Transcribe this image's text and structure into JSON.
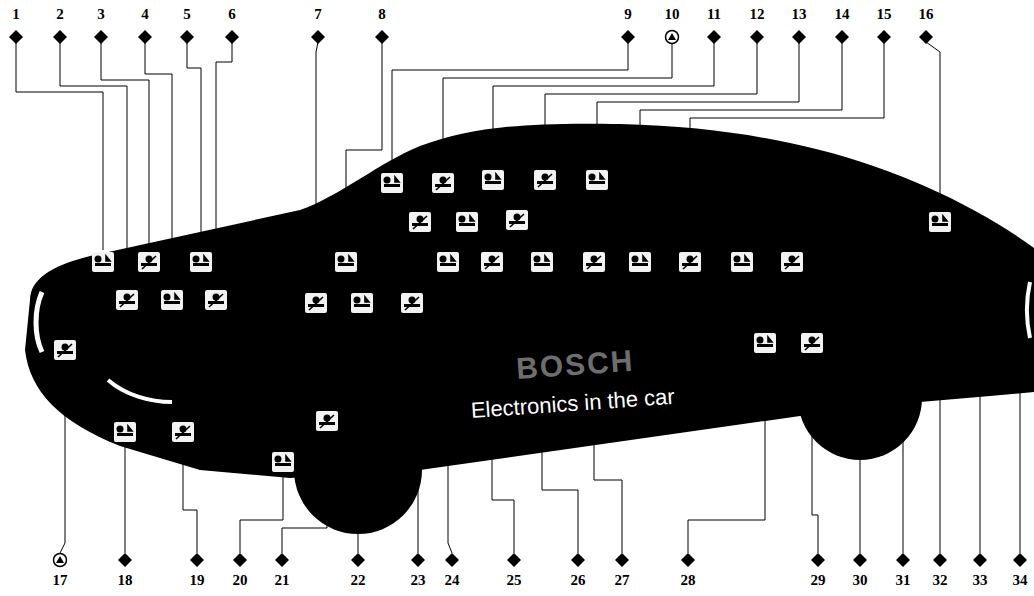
{
  "diagram": {
    "labels": [
      "1",
      "2",
      "3",
      "4",
      "5",
      "6",
      "7",
      "8",
      "9",
      "10",
      "11",
      "12",
      "13",
      "14",
      "15",
      "16",
      "17",
      "18",
      "19",
      "20",
      "21",
      "22",
      "23",
      "24",
      "25",
      "26",
      "27",
      "28",
      "29",
      "30",
      "31",
      "32",
      "33",
      "34",
      "BOSCH",
      "Electronics in the car"
    ]
  }
}
